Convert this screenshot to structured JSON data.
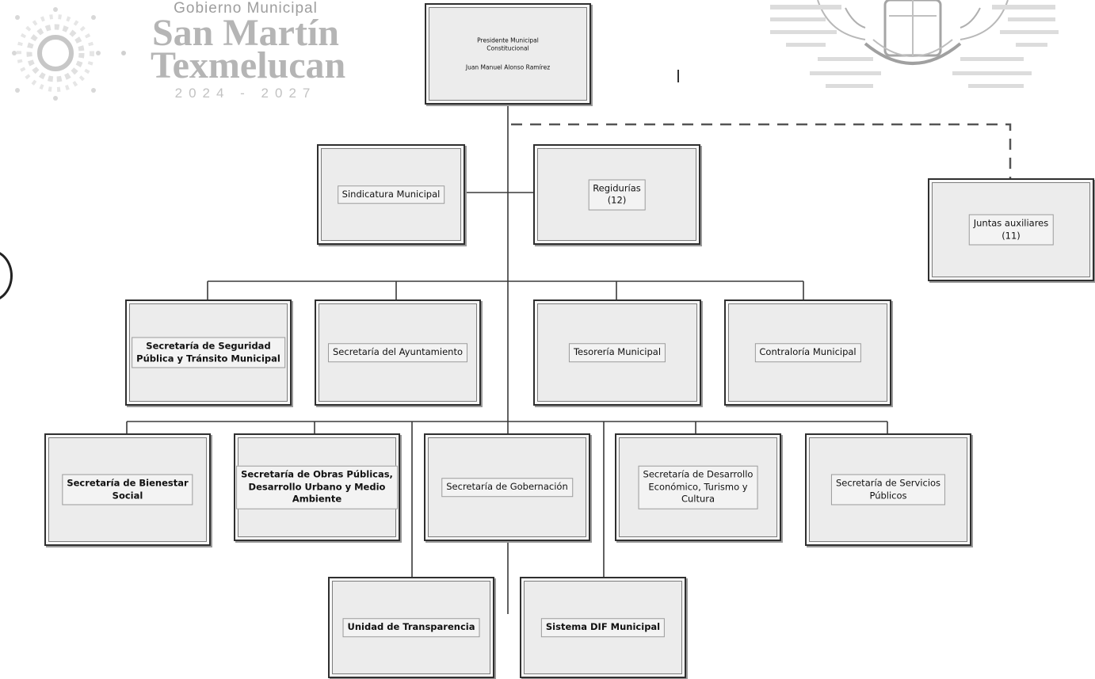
{
  "header": {
    "government_line": "Gobierno Municipal",
    "municipality_line1": "San Martín",
    "municipality_line2": "Texmelucan",
    "period": "2024 - 2027"
  },
  "org_chart": {
    "president": {
      "title": "Presidente Municipal",
      "subtitle": "Constitucional",
      "name": "Juan Manuel Alonso Ramírez"
    },
    "level1": {
      "sindicatura": "Sindicatura Municipal",
      "regidurias": "Regidurías",
      "regidurias_count": "(12)",
      "juntas": "Juntas auxiliares",
      "juntas_count": "(11)"
    },
    "level2": {
      "seguridad_l1": "Secretaría de Seguridad",
      "seguridad_l2": "Pública y Tránsito Municipal",
      "ayuntamiento": "Secretaría del Ayuntamiento",
      "tesoreria": "Tesorería Municipal",
      "contraloria": "Contraloría Municipal"
    },
    "level3": {
      "bienestar_l1": "Secretaría de Bienestar",
      "bienestar_l2": "Social",
      "obras_l1": "Secretaría de Obras Públicas,",
      "obras_l2": "Desarrollo Urbano y Medio",
      "obras_l3": "Ambiente",
      "gobernacion": "Secretaría de Gobernación",
      "desarrollo_l1": "Secretaría de Desarrollo",
      "desarrollo_l2": "Económico, Turismo y",
      "desarrollo_l3": "Cultura",
      "servicios_l1": "Secretaría de Servicios",
      "servicios_l2": "Públicos"
    },
    "level4": {
      "transparencia": "Unidad de Transparencia",
      "dif": "Sistema DIF Municipal"
    }
  },
  "colors": {
    "box_fill": "#ececec",
    "box_border": "#2f2f2f",
    "connector": "#3a3a3a",
    "logo_gray": "#b5b5b5"
  },
  "icons": {
    "left_logo": "sun-emblem-icon",
    "right_logo": "coat-of-arms-icon"
  }
}
